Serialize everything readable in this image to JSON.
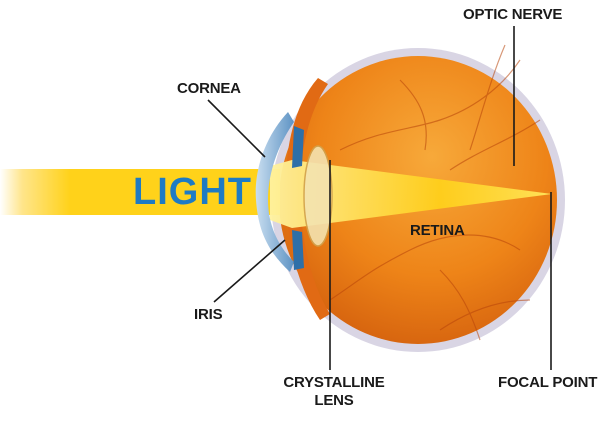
{
  "labels": {
    "optic_nerve": "OPTIC NERVE",
    "cornea": "CORNEA",
    "light": "LIGHT",
    "retina": "RETINA",
    "iris": "IRIS",
    "crystalline_lens": [
      "CRYSTALLINE",
      "LENS"
    ],
    "focal_point": "FOCAL POINT"
  },
  "colors": {
    "light_beam": "#ffd21a",
    "light_text": "#1e7bc4",
    "eyeball": "#ef8a1a",
    "sclera_rim": "#c9c6d8",
    "cornea": "#8fb8da",
    "iris": "#2e6fa8",
    "label_text": "#1a1a1a"
  }
}
